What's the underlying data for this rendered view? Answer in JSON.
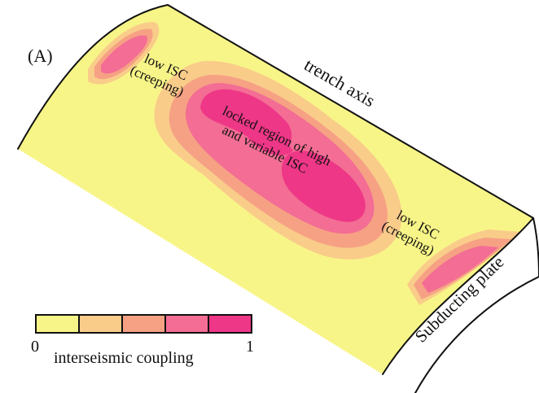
{
  "panel_label": "(A)",
  "labels": {
    "trench_axis": "trench axis",
    "subducting_plate": "Subducting plate",
    "low_isc_left": [
      "low ISC",
      "(creeping)"
    ],
    "low_isc_right": [
      "low ISC",
      "(creeping)"
    ],
    "locked_region": [
      "locked region of high",
      "and variable ISC"
    ]
  },
  "legend": {
    "title": "interseismic coupling",
    "min_label": "0",
    "max_label": "1",
    "colors": [
      "#f8f588",
      "#f9cc8a",
      "#f6a184",
      "#f36d94",
      "#ee3787"
    ]
  },
  "colors": {
    "surface": "#f8f588",
    "level1": "#f9cc8a",
    "level2": "#f6a184",
    "level3": "#f36d94",
    "level4": "#ee3787",
    "outline": "#111111"
  }
}
